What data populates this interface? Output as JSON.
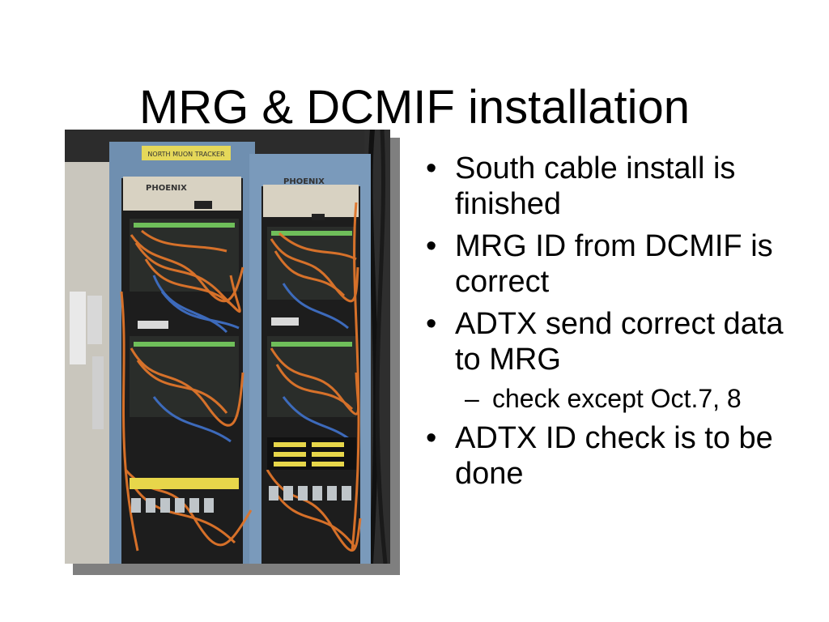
{
  "slide": {
    "title": "MRG & DCMIF installation",
    "bullets": [
      {
        "level": 1,
        "marker": "•",
        "text": "South cable install is finished"
      },
      {
        "level": 1,
        "marker": "•",
        "text": "MRG ID from DCMIF is correct"
      },
      {
        "level": 1,
        "marker": "•",
        "text": "ADTX send correct data to MRG"
      },
      {
        "level": 2,
        "marker": "–",
        "text": "check except Oct.7, 8"
      },
      {
        "level": 1,
        "marker": "•",
        "text": "ADTX ID check is to be done"
      }
    ]
  },
  "photo": {
    "rack_labels": [
      "PHOENIX",
      "PHOENIX"
    ],
    "tag_text": "NORTH MUON TRACKER"
  }
}
